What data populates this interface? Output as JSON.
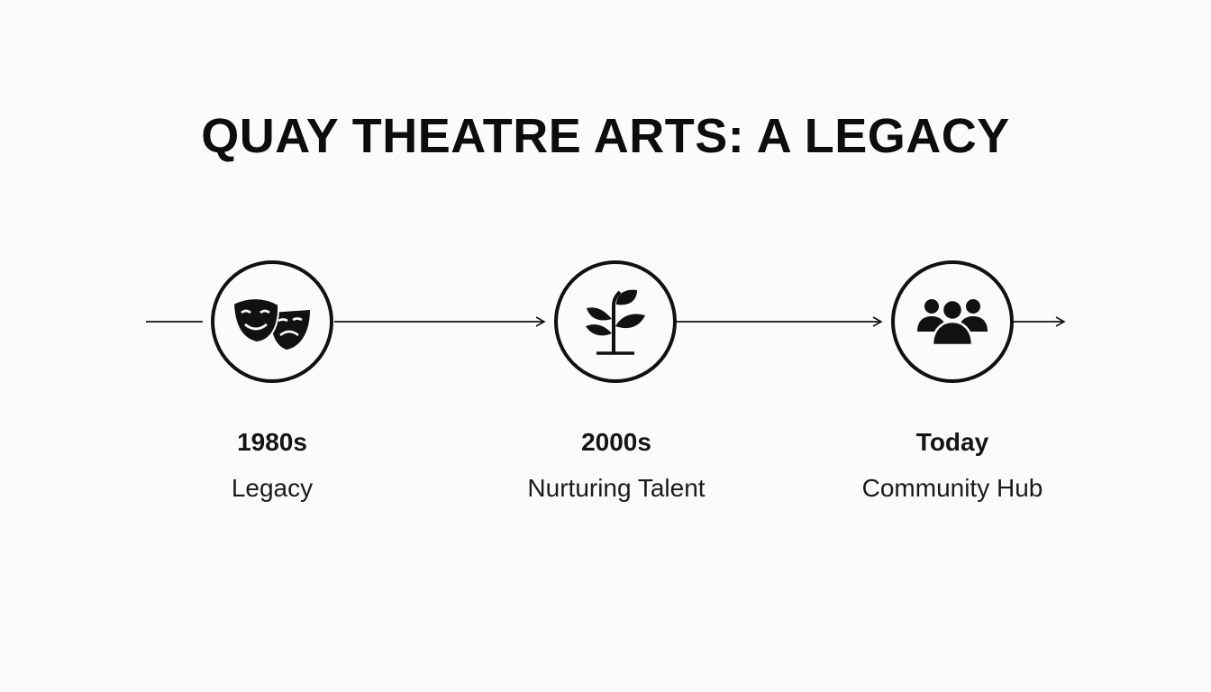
{
  "title": "QUAY THEATRE ARTS: A LEGACY",
  "milestones": [
    {
      "period": "1980s",
      "caption": "Legacy",
      "icon": "theatre-masks-icon"
    },
    {
      "period": "2000s",
      "caption": "Nurturing Talent",
      "icon": "sprout-icon"
    },
    {
      "period": "Today",
      "caption": "Community Hub",
      "icon": "community-group-icon"
    }
  ],
  "colors": {
    "line": "#111111",
    "background": "#fbfbfb"
  }
}
